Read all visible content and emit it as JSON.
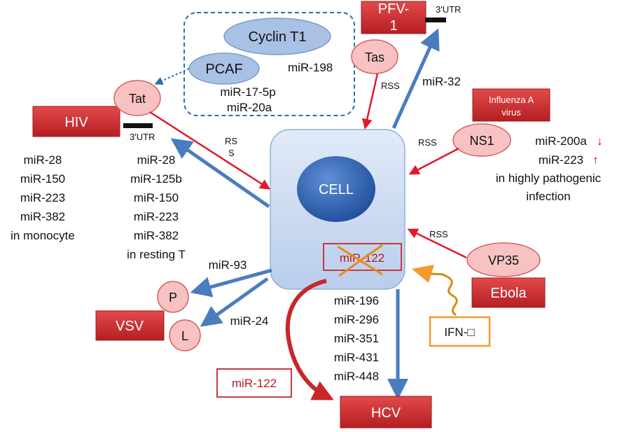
{
  "nodes": {
    "cell": "CELL",
    "cyclin": "Cyclin T1",
    "pcaf": "PCAF",
    "tat": "Tat",
    "hiv": "HIV",
    "pfv_line1": "PFV-",
    "pfv_line2": "1",
    "tas": "Tas",
    "influenza_line1": "Influenza A",
    "influenza_line2": "virus",
    "ns1": "NS1",
    "vp35": "VP35",
    "ebola": "Ebola",
    "vsv": "VSV",
    "p": "P",
    "l": "L",
    "hcv": "HCV",
    "ifn": "IFN-□",
    "mir122_cell": "miR-122",
    "mir122_out": "miR-122"
  },
  "labels": {
    "utr_hiv": "3'UTR",
    "utr_pfv": "3'UTR",
    "rss_tas": "RSS",
    "rss_ns1": "RSS",
    "rss_vp35": "RSS",
    "rss_hiv_1": "RS",
    "rss_hiv_2": "S",
    "mir198": "miR-198",
    "mir17": "miR-17-5p",
    "mir20a": "miR-20a",
    "mir32": "miR-32",
    "mir93": "miR-93",
    "mir24": "miR-24"
  },
  "lists": {
    "monocyte": [
      "miR-28",
      "miR-150",
      "miR-223",
      "miR-382",
      "in monocyte"
    ],
    "resting": [
      "miR-28",
      "miR-125b",
      "miR-150",
      "miR-223",
      "miR-382",
      "in resting T"
    ],
    "influenza": [
      "miR-200a",
      "miR-223",
      "in highly pathogenic",
      "infection"
    ],
    "influenza_arrows": [
      "↓",
      "↑"
    ],
    "hcv": [
      "miR-196",
      "miR-296",
      "miR-351",
      "miR-431",
      "miR-448"
    ]
  },
  "colors": {
    "virus_box": "#c9262a",
    "oval_pink": "#f8c2c2",
    "oval_pink_stroke": "#d46060",
    "oval_blue": "#a9c1e4",
    "cell_fill": "#c9d9f1",
    "nucleus": "#2f62b3",
    "arrow_blue": "#4a7cc0",
    "arrow_red": "#e0192a",
    "dashed_box": "#2870b4",
    "ifn_box": "#f39a2c",
    "mir122_box": "#c43c3c",
    "mir122_text": "#b51c1c"
  }
}
